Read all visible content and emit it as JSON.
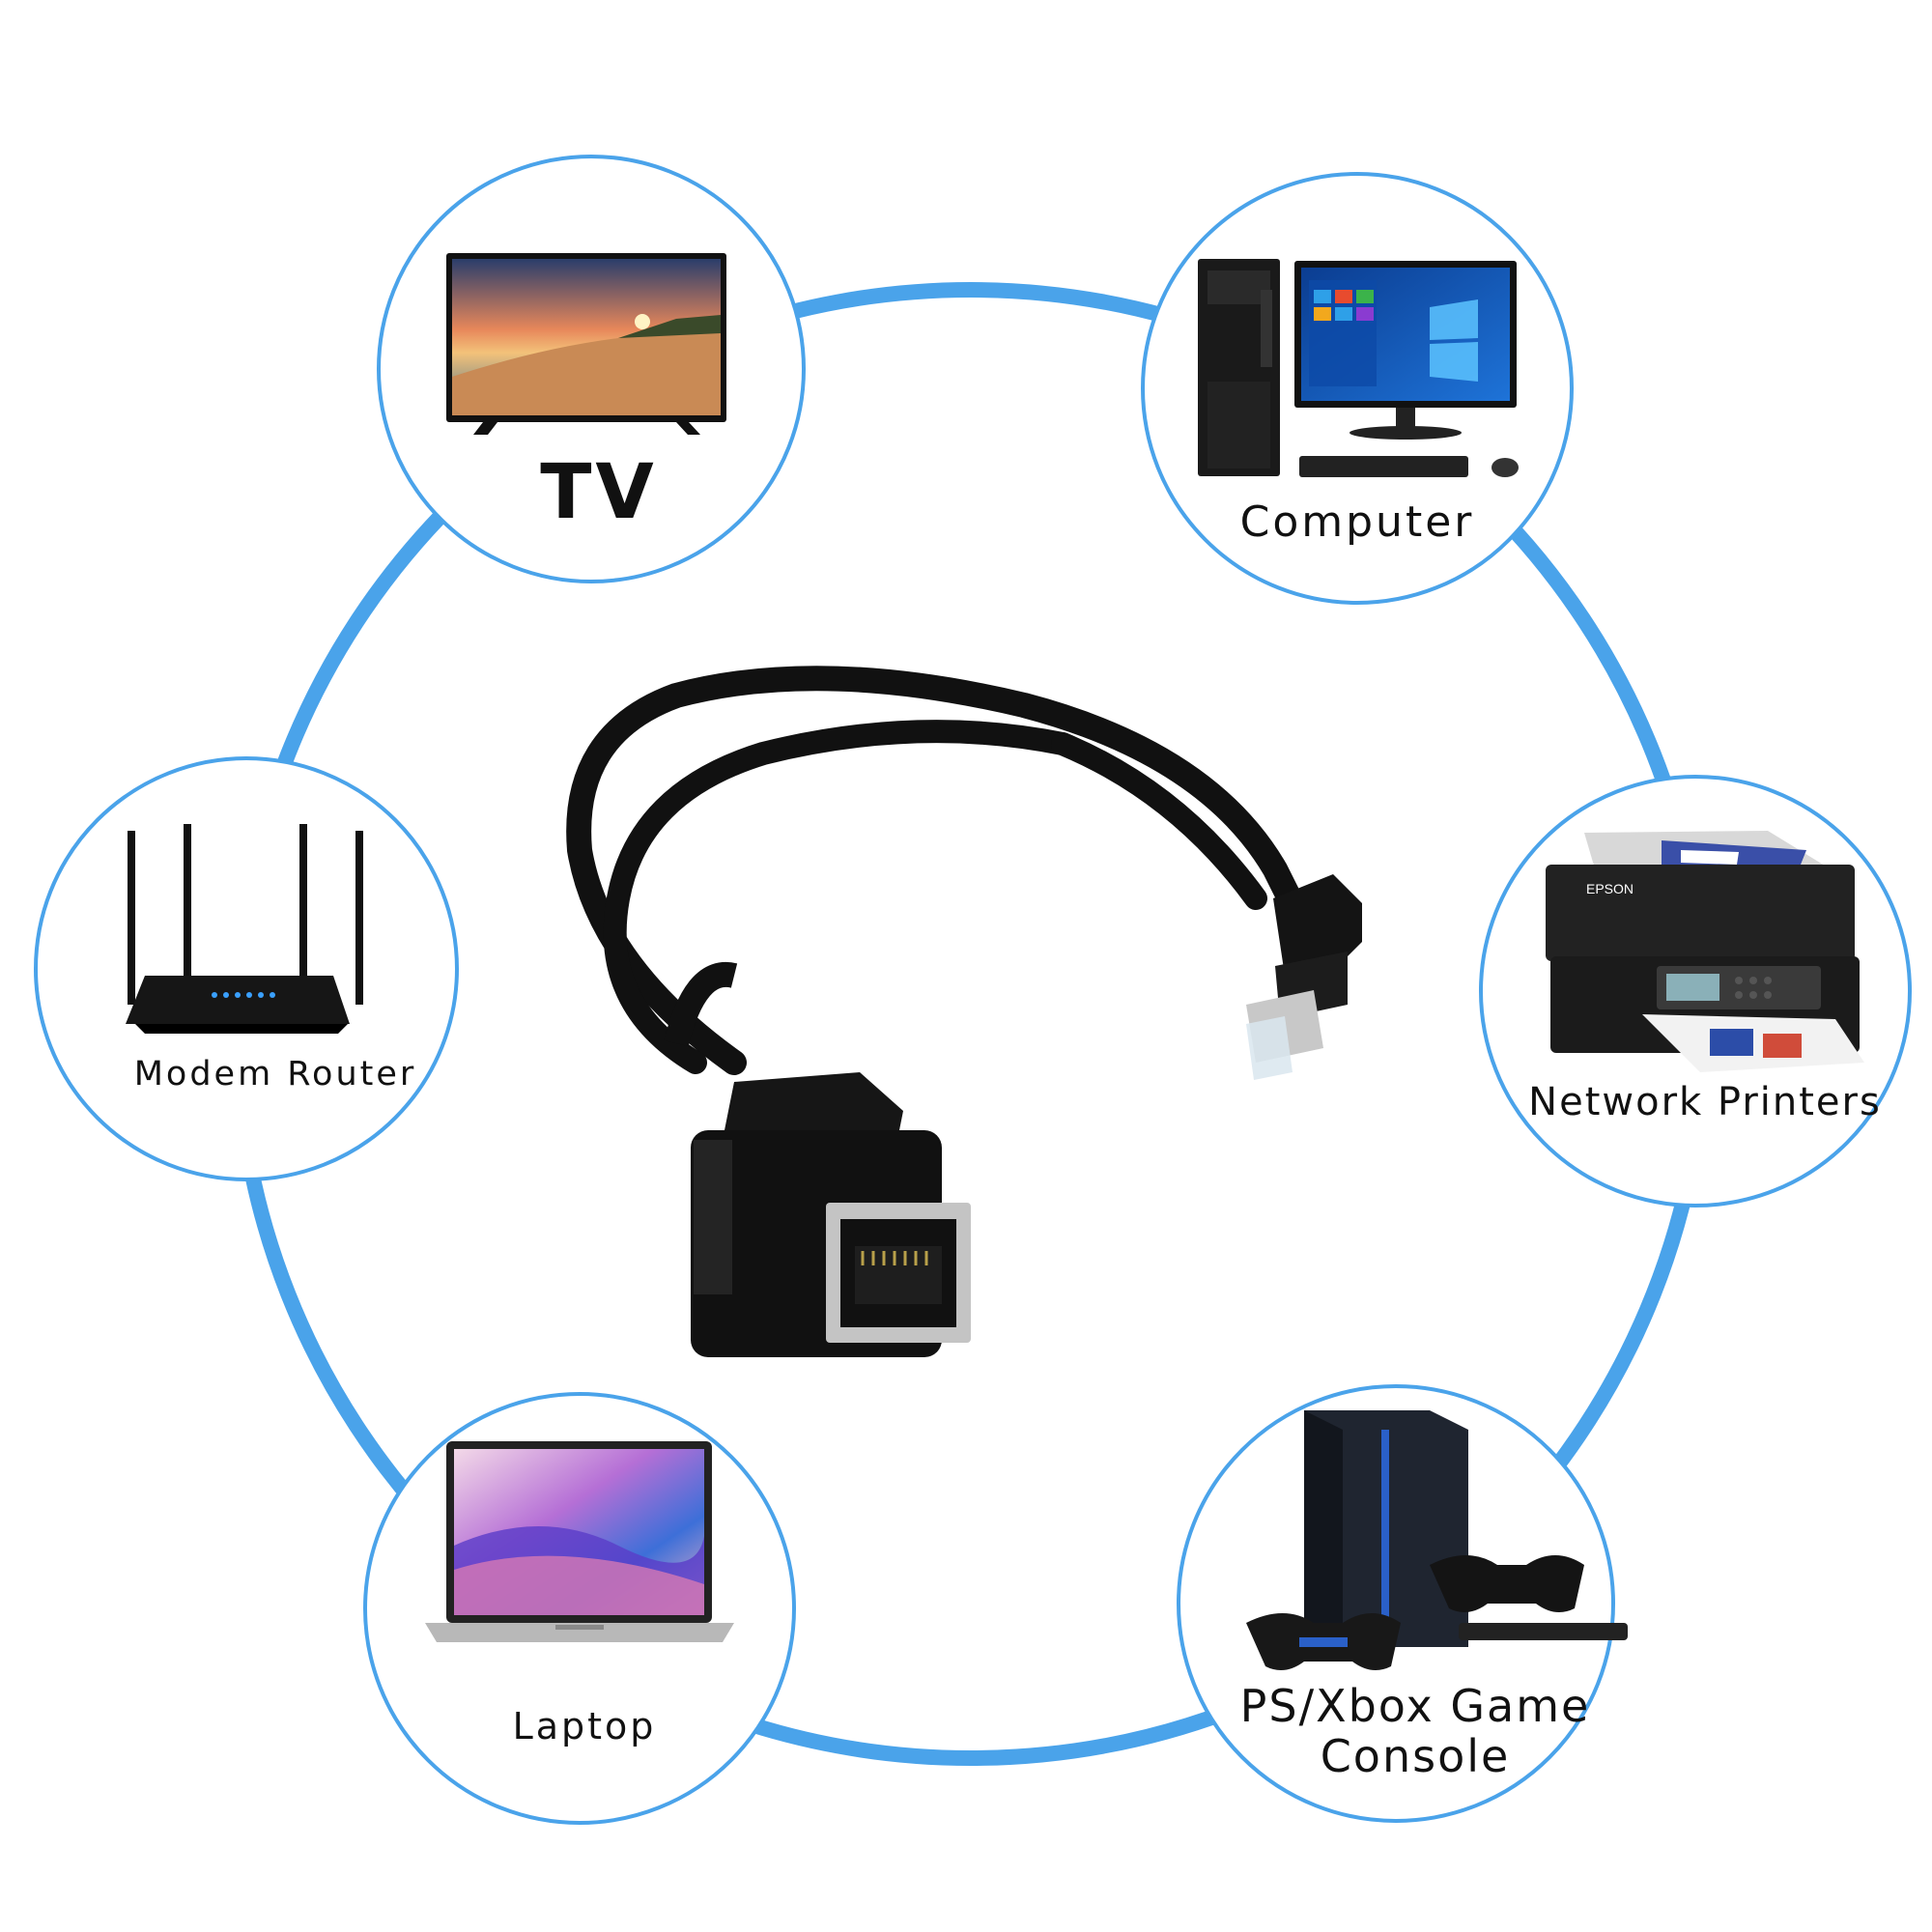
{
  "diagram": {
    "ring_color": "#4aa3ea",
    "cable_color": "#111111",
    "nodes": [
      {
        "id": "tv",
        "label": "TV",
        "icon": "tv-icon"
      },
      {
        "id": "computer",
        "label": "Computer",
        "icon": "desktop-computer-icon"
      },
      {
        "id": "router",
        "label": "Modem Router",
        "icon": "router-icon"
      },
      {
        "id": "printers",
        "label": "Network Printers",
        "icon": "printer-icon"
      },
      {
        "id": "laptop",
        "label": "Laptop",
        "icon": "laptop-icon"
      },
      {
        "id": "console",
        "label_line1": "PS/Xbox Game",
        "label_line2": "Console",
        "icon": "game-console-icon"
      }
    ],
    "center_icon": "ethernet-extension-cable-icon"
  }
}
